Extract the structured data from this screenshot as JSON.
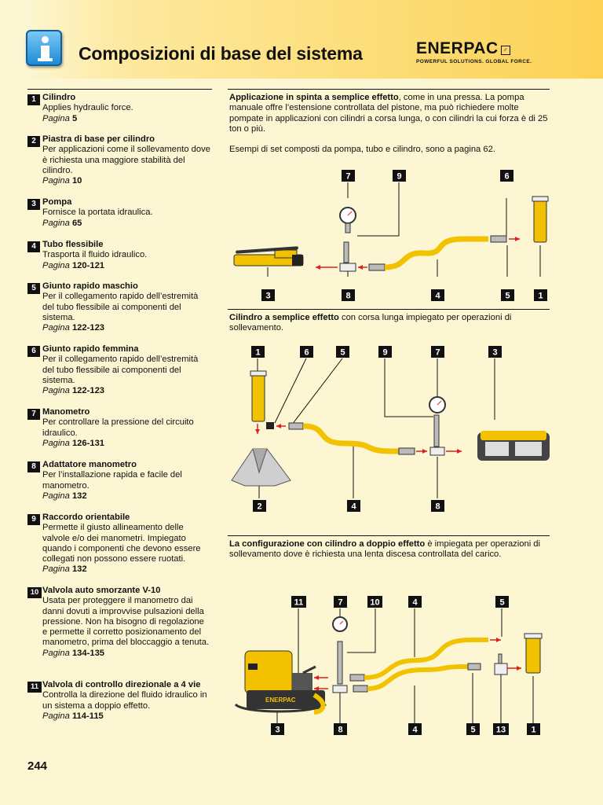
{
  "header": {
    "title": "Composizioni di base del sistema",
    "brand": "ENERPAC",
    "brand_tagline": "POWERFUL SOLUTIONS. GLOBAL FORCE."
  },
  "items": [
    {
      "num": "1",
      "title": "Cilindro",
      "desc": "Applies hydraulic force.",
      "page_label": "Pagina",
      "page": "5"
    },
    {
      "num": "2",
      "title": "Piastra di base per cilindro",
      "desc": "Per applicazioni come il sollevamento dove è richiesta una maggiore stabilità del cilindro.",
      "page_label": "Pagina",
      "page": "10"
    },
    {
      "num": "3",
      "title": "Pompa",
      "desc": "Fornisce la portata idraulica.",
      "page_label": "Pagina",
      "page": "65"
    },
    {
      "num": "4",
      "title": "Tubo flessibile",
      "desc": "Trasporta il fluido idraulico.",
      "page_label": "Pagina",
      "page": "120-121"
    },
    {
      "num": "5",
      "title": "Giunto rapido maschio",
      "desc": "Per il collegamento rapido dell’estremità del tubo flessibile ai componenti del sistema.",
      "page_label": "Pagina",
      "page": "122-123"
    },
    {
      "num": "6",
      "title": "Giunto rapido femmina",
      "desc": "Per il collegamento rapido dell’estremità del tubo flessibile ai componenti del sistema.",
      "page_label": "Pagina",
      "page": "122-123"
    },
    {
      "num": "7",
      "title": "Manometro",
      "desc": "Per controllare la pressione del circuito idraulico.",
      "page_label": "Pagina",
      "page": "126-131"
    },
    {
      "num": "8",
      "title": "Adattatore manometro",
      "desc": "Per l’installazione rapida e facile del manometro.",
      "page_label": "Pagina",
      "page": "132"
    },
    {
      "num": "9",
      "title": "Raccordo orientabile",
      "desc": "Permette il giusto allineamento delle valvole e/o dei manometri. Impiegato quando i componenti che devono essere collegati non possono essere ruotati.",
      "page_label": "Pagina",
      "page": "132"
    },
    {
      "num": "10",
      "title": "Valvola auto smorzante V-10",
      "desc": "Usata per proteggere il manometro dai danni dovuti a improvvise pulsazioni della pressione. Non ha bisogno di regolazione e permette il corretto posizionamento del manometro, prima del bloccaggio a tenuta.",
      "page_label": "Pagina",
      "page": "134-135"
    },
    {
      "num": "11",
      "title": "Valvola di controllo direzionale a 4 vie",
      "desc": "Controlla la direzione del fluido idraulico in un sistema a doppio effetto.",
      "page_label": "Pagina",
      "page": "114-115"
    }
  ],
  "sections": {
    "s1_bold": "Applicazione in spinta a semplice effetto",
    "s1_text": ", come in una pressa. La pompa manuale offre l’estensione controllata del pistone, ma può richiedere molte pompate in applicazioni con cilindri a corsa lunga, o con cilindri la cui forza è di 25 ton o più.",
    "s1_note": "Esempi di set composti da pompa, tubo e cilindro, sono a pagina 62.",
    "s2_bold": "Cilindro a semplice effetto",
    "s2_text": " con corsa lunga impiegato per operazioni di sollevamento.",
    "s3_bold": "La configurazione con cilindro a doppio effetto",
    "s3_text": " è impiegata per operazioni di sollevamento dove è richiesta una lenta discesa controllata del carico."
  },
  "diagram1_labels": {
    "top": [
      "7",
      "9",
      "6"
    ],
    "bottom": [
      "3",
      "8",
      "4",
      "5",
      "1"
    ]
  },
  "diagram2_labels": {
    "top": [
      "1",
      "6",
      "5",
      "9",
      "7",
      "3"
    ],
    "bottom": [
      "2",
      "4",
      "8"
    ]
  },
  "diagram3_labels": {
    "top": [
      "11",
      "7",
      "10",
      "4",
      "5"
    ],
    "bottom": [
      "3",
      "8",
      "4",
      "5",
      "13",
      "1"
    ]
  },
  "diagram3_pump_brand": "ENERPAC",
  "page_number": "244",
  "colors": {
    "hose": "#f2c200",
    "arrow": "#e02020",
    "label_bg": "#111111",
    "page_bg": "#fdf6d3"
  }
}
